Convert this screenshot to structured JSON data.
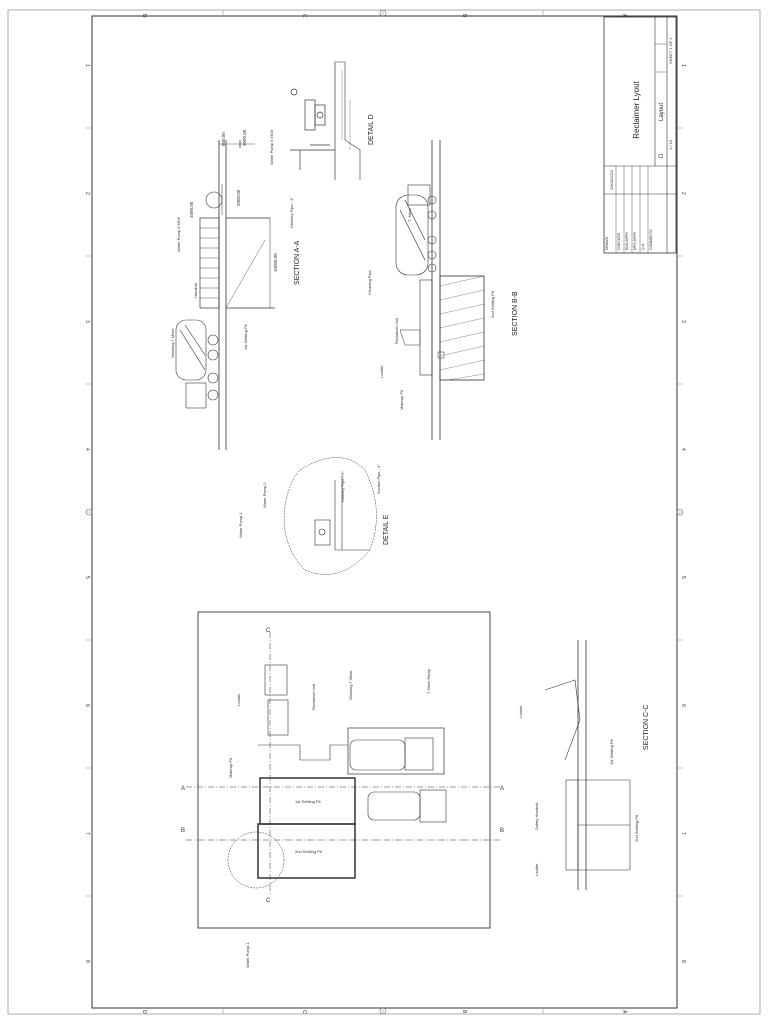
{
  "title_block": {
    "title": "Reclaimer Lyout",
    "subtitle": "Layout",
    "size": "D",
    "scale": "1 / 10",
    "sheet": "SHEET 1 OF 2",
    "date": "13/03/2023",
    "rows": [
      "DRAWN",
      "CHECKED",
      "ENG APPR",
      "MFG APPR",
      "Q.A.",
      "COMMENTS:"
    ]
  },
  "grid": {
    "top": [
      "D",
      "C",
      "B",
      "A"
    ],
    "bottom": [
      "D",
      "C",
      "B",
      "A"
    ],
    "left": [
      "1",
      "2",
      "3",
      "4",
      "5",
      "6",
      "7",
      "8"
    ],
    "right": [
      "1",
      "2",
      "3",
      "4",
      "5",
      "6",
      "7",
      "8"
    ]
  },
  "section_aa": {
    "title": "SECTION A-A",
    "dims": [
      "3000.00",
      "800.00",
      "4000.00",
      "2000.00",
      "10000.00"
    ],
    "labels": {
      "water_pump": "Water Pump 5.5KW",
      "mixer": "Washing T Mixer",
      "handrail": "Handrail",
      "pit": "1st Settling Pit",
      "delivery": "Delivery Pipe - 3\""
    }
  },
  "detail_d": {
    "title": "DETAIL D",
    "labels": {
      "pump": "Water Pump 5.5KW",
      "delivery": "Delivery Pipe - 3\""
    }
  },
  "section_bb": {
    "title": "SECTION B-B",
    "labels": {
      "mixer": "T- Mixer",
      "cleaning": "Cleaning Pipe",
      "reclaimer": "Reclaimer Unit",
      "loader": "Loader",
      "makeup": "Makeup Pit",
      "pit2": "2nd Settling Pit"
    }
  },
  "detail_e": {
    "title": "DETAIL E",
    "labels": {
      "pump2": "Water Pump-2",
      "pump1": "Water Pump-1",
      "delivery": "Delivery Pipe - 3\"",
      "suction": "Suction Pipe - 4\""
    }
  },
  "plan": {
    "labels": {
      "loader": "Loader",
      "reclaimer": "Reclaimer Unit",
      "washing": "Washing T Mixer",
      "ramp": "T Mixer Ramp",
      "makeup": "Makeup Pit",
      "pit1": "1st Settling Pit",
      "pit2": "2nd Settling Pit",
      "pump1": "Water Pump-1"
    },
    "markers": {
      "a": "A",
      "b": "B",
      "c": "C"
    }
  },
  "section_cc": {
    "title": "SECTION C-C",
    "labels": {
      "loader": "Loader",
      "pit1": "1st Settling Pit",
      "pit2": "2nd Settling Pit",
      "handrail": "Safety Handrail",
      "ladder": "Ladder"
    }
  }
}
